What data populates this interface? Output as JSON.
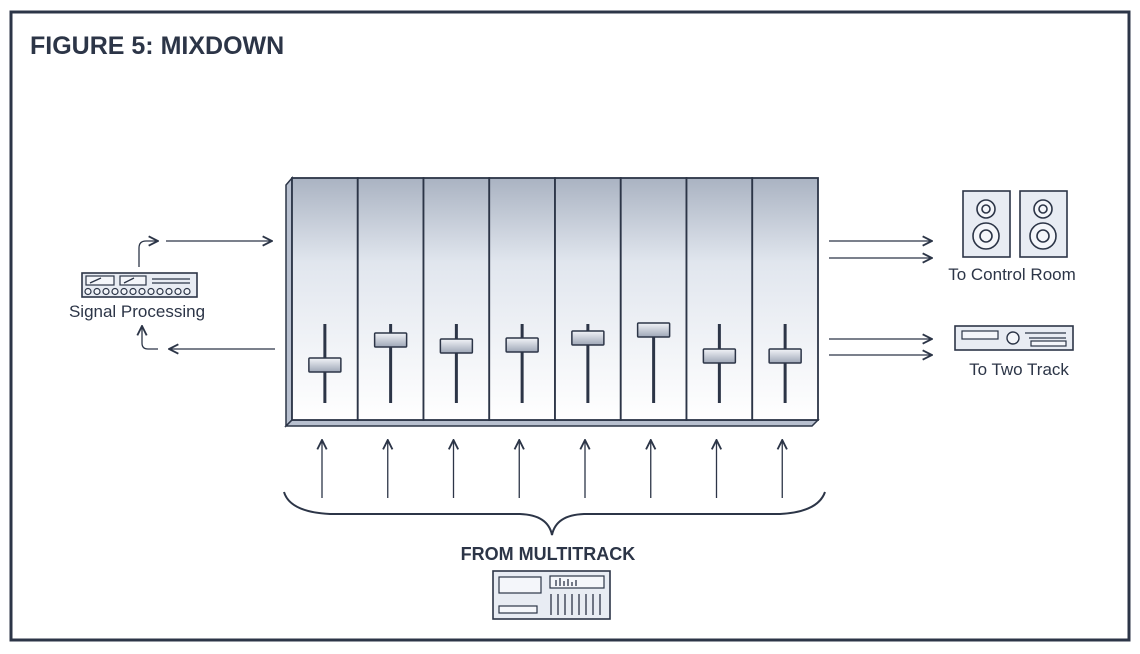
{
  "figure": {
    "title": "FIGURE 5: MIXDOWN",
    "labels": {
      "signal_processing": "Signal Processing",
      "control_room": "To Control Room",
      "two_track": "To Two Track",
      "multitrack": "FROM MULTITRACK"
    },
    "mixer": {
      "channel_count": 8,
      "fader_levels": [
        0.3,
        0.8,
        0.68,
        0.7,
        0.84,
        1.0,
        0.48,
        0.48
      ]
    },
    "colors": {
      "line": "#2c3547",
      "device_fill": "#e8ecf3",
      "strip_top": "#aab3c2",
      "strip_bottom": "#ffffff"
    }
  }
}
